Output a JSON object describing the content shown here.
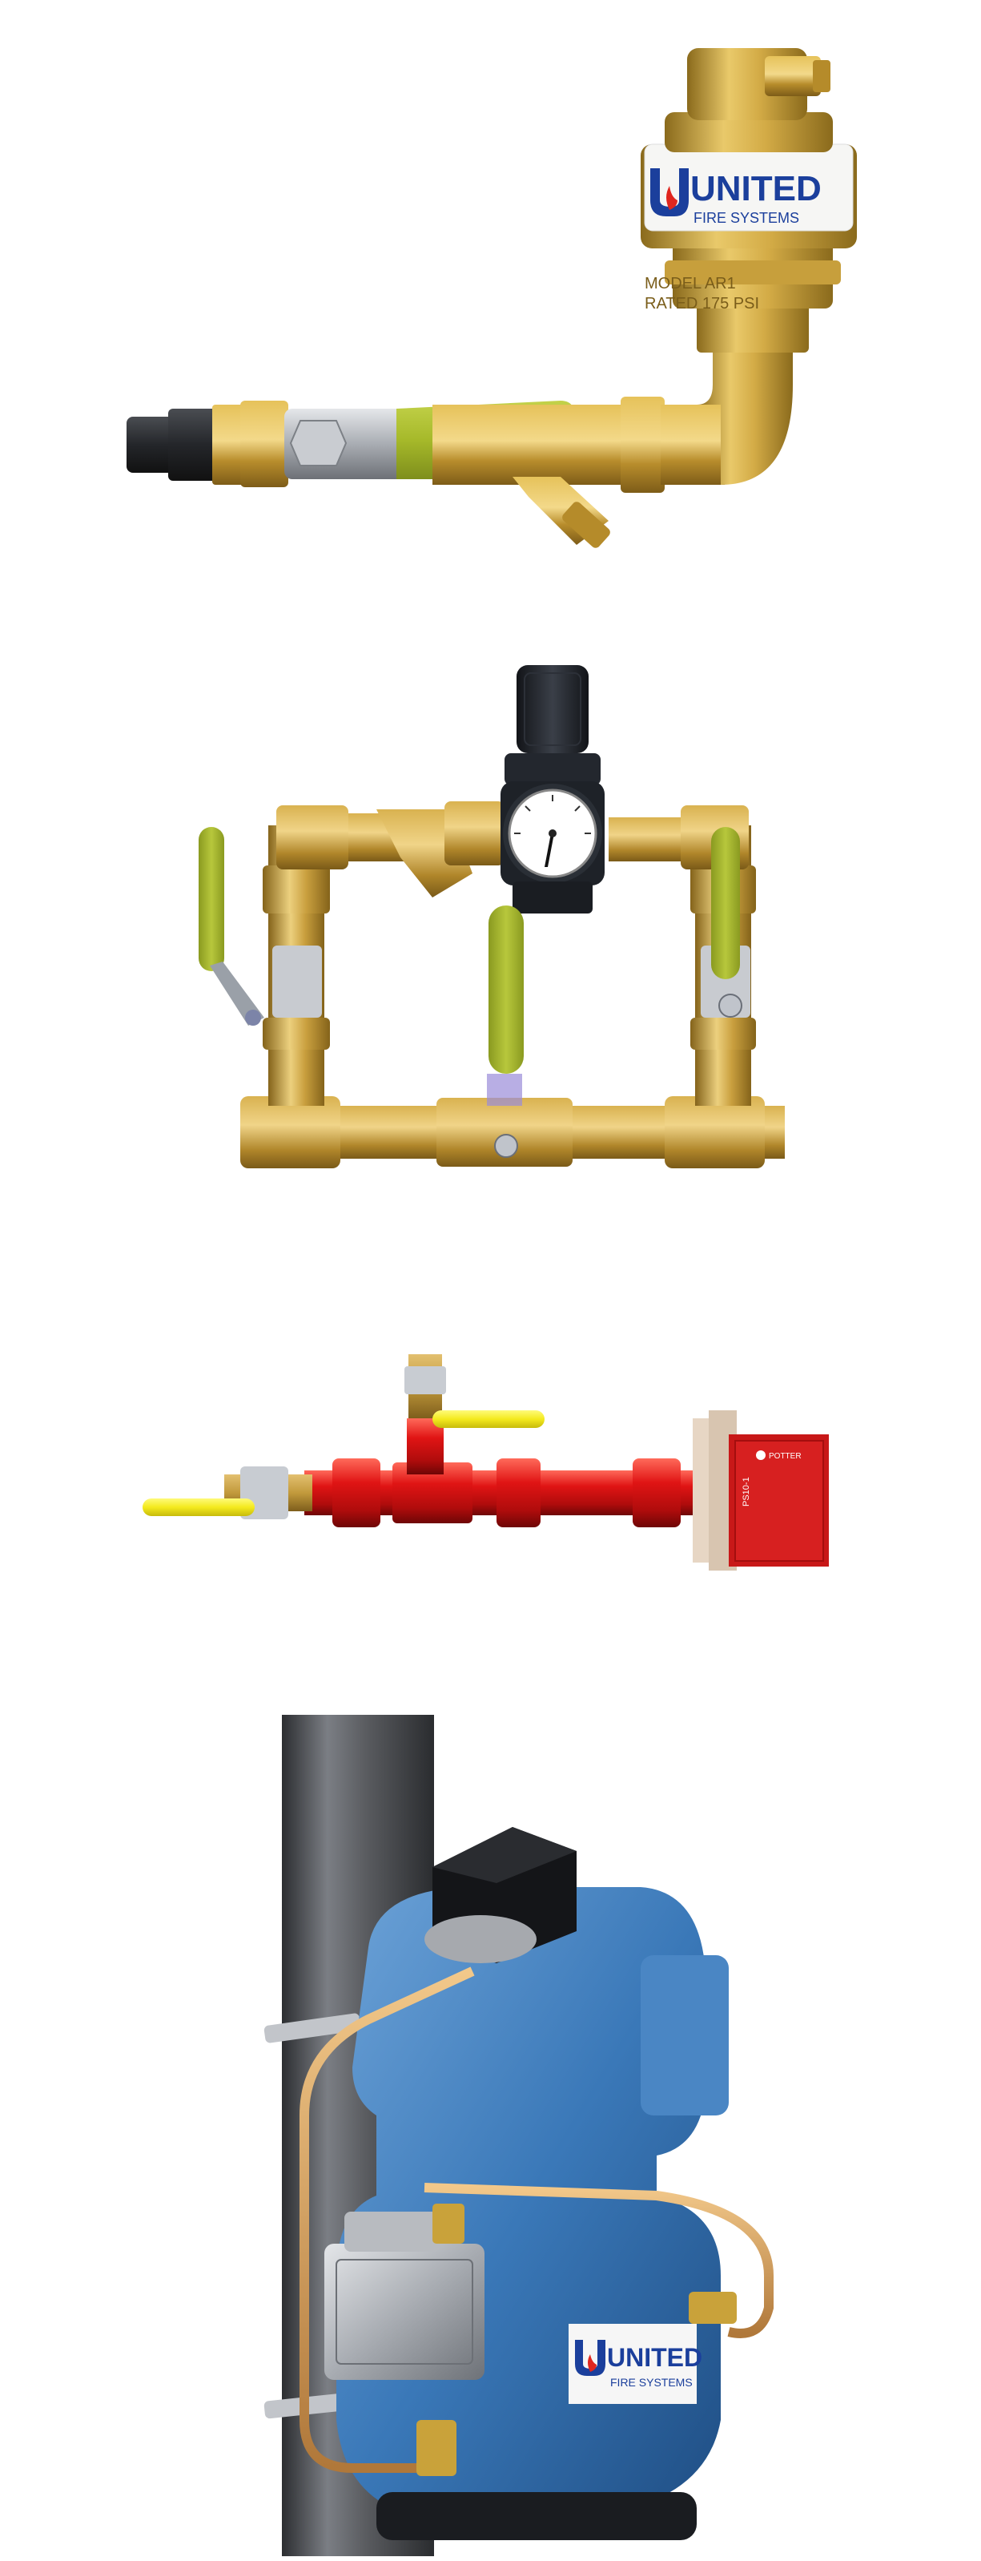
{
  "logos": {
    "vent_logo": {
      "main": "UNITED",
      "sub": "FIRE SYSTEMS"
    },
    "valve_logo": {
      "main": "UNITED",
      "sub": "FIRE SYSTEMS"
    }
  },
  "labels": {
    "vent_model": "MODEL AR1",
    "vent_rated": "RATED 175 PSI",
    "switch_brand": "POTTER",
    "switch_model": "PS10-1"
  },
  "colors": {
    "brass": "#c9a23a",
    "brass_dark": "#8a6a1c",
    "handle_green": "#a6b92a",
    "handle_yellow": "#f4ea1e",
    "red_pipe": "#d71414",
    "valve_blue": "#3a78b8",
    "pipe_gray": "#5a5c60",
    "regulator_black": "#1e2228"
  }
}
